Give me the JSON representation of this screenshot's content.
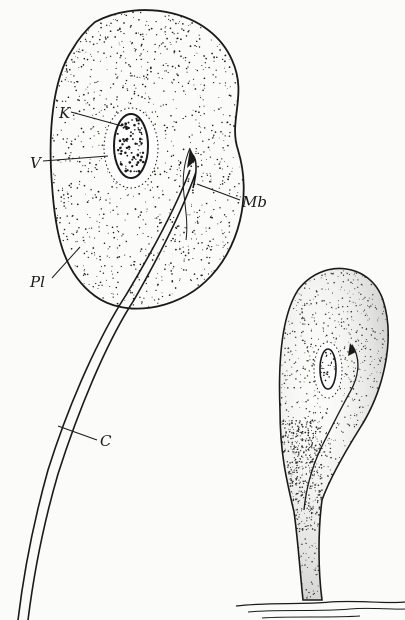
{
  "labels": {
    "k": "K",
    "v": "V",
    "mb": "Mb",
    "pl": "Pl",
    "c": "C"
  },
  "colors": {
    "ink": "#1a1a1a",
    "paper": "#fbfbf9"
  }
}
